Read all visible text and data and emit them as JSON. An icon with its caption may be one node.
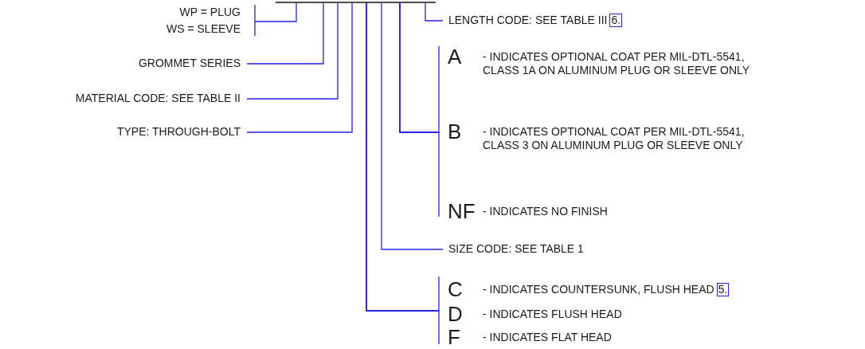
{
  "diagram": {
    "nodes": [
      {
        "text": [
          "WP = PLUG",
          "WS = SLEEVE"
        ]
      },
      {
        "text": [
          "GROMMET SERIES"
        ]
      },
      {
        "text": [
          "MATERIAL CODE: SEE TABLE II"
        ]
      },
      {
        "text": [
          "TYPE: THROUGH-BOLT"
        ]
      },
      {
        "text": [
          "LENGTH CODE: SEE TABLE III",
          "6."
        ]
      },
      {
        "text": [
          "A",
          "- INDICATES OPTIONAL COAT PER MIL-DTL-5541, CLASS 1A ON ALUMINUM PLUG OR SLEEVE ONLY"
        ]
      },
      {
        "text": [
          "B",
          "- INDICATES OPTIONAL COAT PER MIL-DTL-5541, CLASS 3 ON ALUMINUM PLUG OR SLEEVE ONLY"
        ]
      },
      {
        "text": [
          "NF",
          "- INDICATES NO FINISH"
        ]
      },
      {
        "text": [
          "SIZE CODE: SEE TABLE 1"
        ]
      },
      {
        "text": [
          "C",
          "- INDICATES COUNTERSUNK, FLUSH HEAD",
          "5."
        ]
      },
      {
        "text": [
          "D",
          "- INDICATES FLUSH HEAD"
        ]
      },
      {
        "text": [
          "F",
          "- INDICATES FLAT HEAD"
        ]
      }
    ],
    "edges": [
      {
        "from": 0,
        "to": null,
        "arrow": "none"
      },
      {
        "from": 1,
        "to": null,
        "arrow": "none"
      },
      {
        "from": 2,
        "to": null,
        "arrow": "none"
      },
      {
        "from": 3,
        "to": null,
        "arrow": "none"
      },
      {
        "from": 9,
        "to": null,
        "arrow": "none"
      },
      {
        "from": 10,
        "to": null,
        "arrow": "none"
      },
      {
        "from": 11,
        "to": null,
        "arrow": "none"
      },
      {
        "from": 8,
        "to": null,
        "arrow": "none"
      },
      {
        "from": 5,
        "to": null,
        "arrow": "none"
      },
      {
        "from": 6,
        "to": null,
        "arrow": "none"
      },
      {
        "from": 7,
        "to": null,
        "arrow": "none"
      },
      {
        "from": 4,
        "to": null,
        "arrow": "none"
      }
    ]
  }
}
